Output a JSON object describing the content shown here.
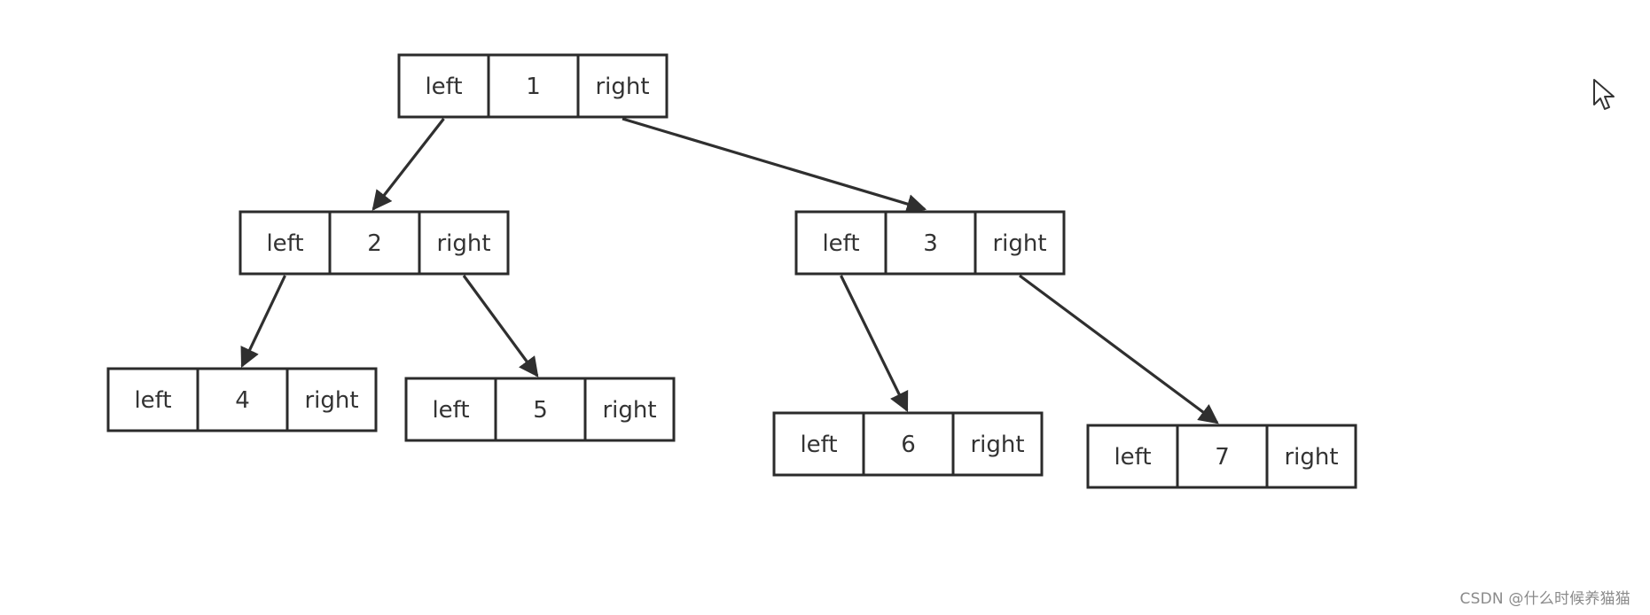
{
  "diagram": {
    "nodes": [
      {
        "id": "n1",
        "left_label": "left",
        "value": "1",
        "right_label": "right"
      },
      {
        "id": "n2",
        "left_label": "left",
        "value": "2",
        "right_label": "right"
      },
      {
        "id": "n3",
        "left_label": "left",
        "value": "3",
        "right_label": "right"
      },
      {
        "id": "n4",
        "left_label": "left",
        "value": "4",
        "right_label": "right"
      },
      {
        "id": "n5",
        "left_label": "left",
        "value": "5",
        "right_label": "right"
      },
      {
        "id": "n6",
        "left_label": "left",
        "value": "6",
        "right_label": "right"
      },
      {
        "id": "n7",
        "left_label": "left",
        "value": "7",
        "right_label": "right"
      }
    ],
    "edges": [
      {
        "from": "n1",
        "port": "left",
        "to": "n2"
      },
      {
        "from": "n1",
        "port": "right",
        "to": "n3"
      },
      {
        "from": "n2",
        "port": "left",
        "to": "n4"
      },
      {
        "from": "n2",
        "port": "right",
        "to": "n5"
      },
      {
        "from": "n3",
        "port": "left",
        "to": "n6"
      },
      {
        "from": "n3",
        "port": "right",
        "to": "n7"
      }
    ]
  },
  "watermark": "CSDN @什么时候养猫猫",
  "icons": {
    "cursor": "mouse-pointer-icon"
  },
  "colors": {
    "stroke": "#2b2b2b",
    "text": "#333333",
    "background": "#ffffff"
  }
}
